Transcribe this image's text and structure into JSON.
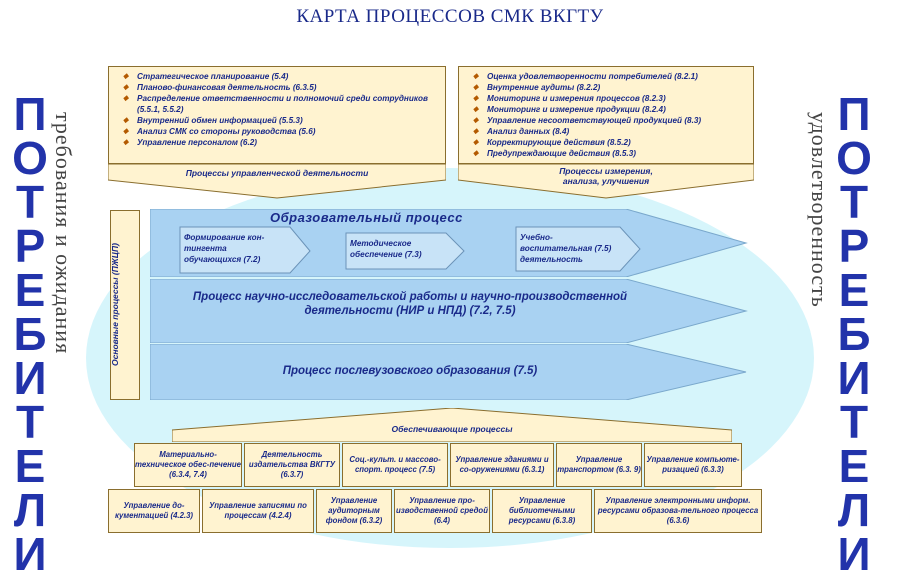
{
  "title": "КАРТА ПРОЦЕССОВ СМК ВКГТУ",
  "left": {
    "consumers_letters": [
      "П",
      "О",
      "Т",
      "Р",
      "Е",
      "Б",
      "И",
      "Т",
      "Е",
      "Л",
      "И"
    ],
    "requirements": "требования и ожидания"
  },
  "right": {
    "consumers_letters": [
      "П",
      "О",
      "Т",
      "Р",
      "Е",
      "Б",
      "И",
      "Т",
      "Е",
      "Л",
      "И"
    ],
    "satisfaction": "удовлетворенность"
  },
  "management_box": {
    "items": [
      "Стратегическое планирование (5.4)",
      "Планово-финансовая деятельность (6.3.5)",
      "Распределение ответственности и полномочий среди сотрудников (5.5.1, 5.5.2)",
      "Внутренний обмен информацией (5.5.3)",
      "Анализ СМК со стороны руководства (5.6)",
      "Управление персоналом (6.2)"
    ],
    "caption": "Процессы управленческой деятельности"
  },
  "measurement_box": {
    "items": [
      "Оценка удовлетворенности потребителей (8.2.1)",
      "Внутренние аудиты (8.2.2)",
      "Мониторинг и измерения процессов (8.2.3)",
      "Мониторинг и измерение продукции (8.2.4)",
      "Управление несоответствующей продукцией (8.3)",
      "Анализ данных (8.4)",
      "Корректирующие действия (8.5.2)",
      "Предупреждающие действия (8.5.3)"
    ],
    "caption_line1": "Процессы измерения,",
    "caption_line2": "анализа, улучшения"
  },
  "core": {
    "label": "Основные процессы (ПЖЦП)",
    "education": {
      "title": "Образовательный процесс",
      "sub1_line1": "Формирование кон-",
      "sub1_line2": "тингента",
      "sub1_line3": "обучающихся   (7.2)",
      "sub2_line1": "Методическое",
      "sub2_line2": "обеспечение      (7.3)",
      "sub3_line1": "Учебно-",
      "sub3_line2": "воспитательная   (7.5)",
      "sub3_line3": "деятельность"
    },
    "research_line1": "Процесс научно-исследовательской работы и научно-производственной",
    "research_line2": "деятельности (НИР и НПД)  (7.2, 7.5)",
    "postgrad": "Процесс послевузовского образования  (7.5)"
  },
  "support": {
    "caption": "Обеспечивающие процессы",
    "row1": [
      "Материально-техническое обес-печение (6.3.4, 7.4)",
      "Деятельность издательства ВКГТУ (6.3.7)",
      "Соц.-культ. и массово-спорт. процесс (7.5)",
      "Управление зданиями и со-оружениями (6.3.1)",
      "Управление транспортом (6.3. 9)",
      "Управление компьюте-ризацией (6.3.3)"
    ],
    "row2": [
      "Управление до-кументацией (4.2.3)",
      "Управление записями по процессам (4.2.4)",
      "Управление аудиторным фондом (6.3.2)",
      "Управление про-изводственной средой (6.4)",
      "Управление библиотечными ресурсами (6.3.8)",
      "Управление электронными информ. ресурсами образова-тельного процесса (6.3.6)"
    ]
  },
  "colors": {
    "title": "#1a2a8a",
    "consumers": "#2233aa",
    "ellipse": "#d6f5fb",
    "box_fill": "#fff3d0",
    "process_fill": "#a9d2f2"
  }
}
